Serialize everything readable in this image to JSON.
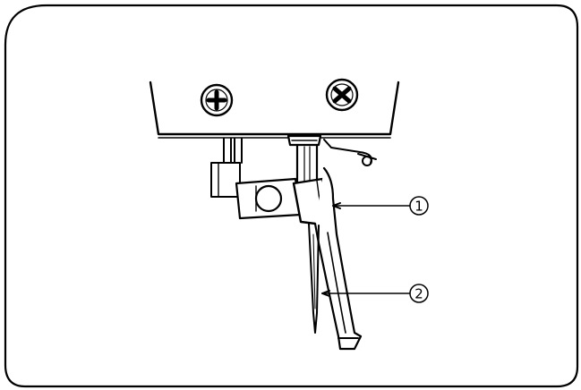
{
  "figure": {
    "callouts": [
      {
        "number": "1",
        "label": "①"
      },
      {
        "number": "2",
        "label": "②"
      }
    ],
    "colors": {
      "ink": "#000000",
      "background": "#ffffff"
    }
  }
}
